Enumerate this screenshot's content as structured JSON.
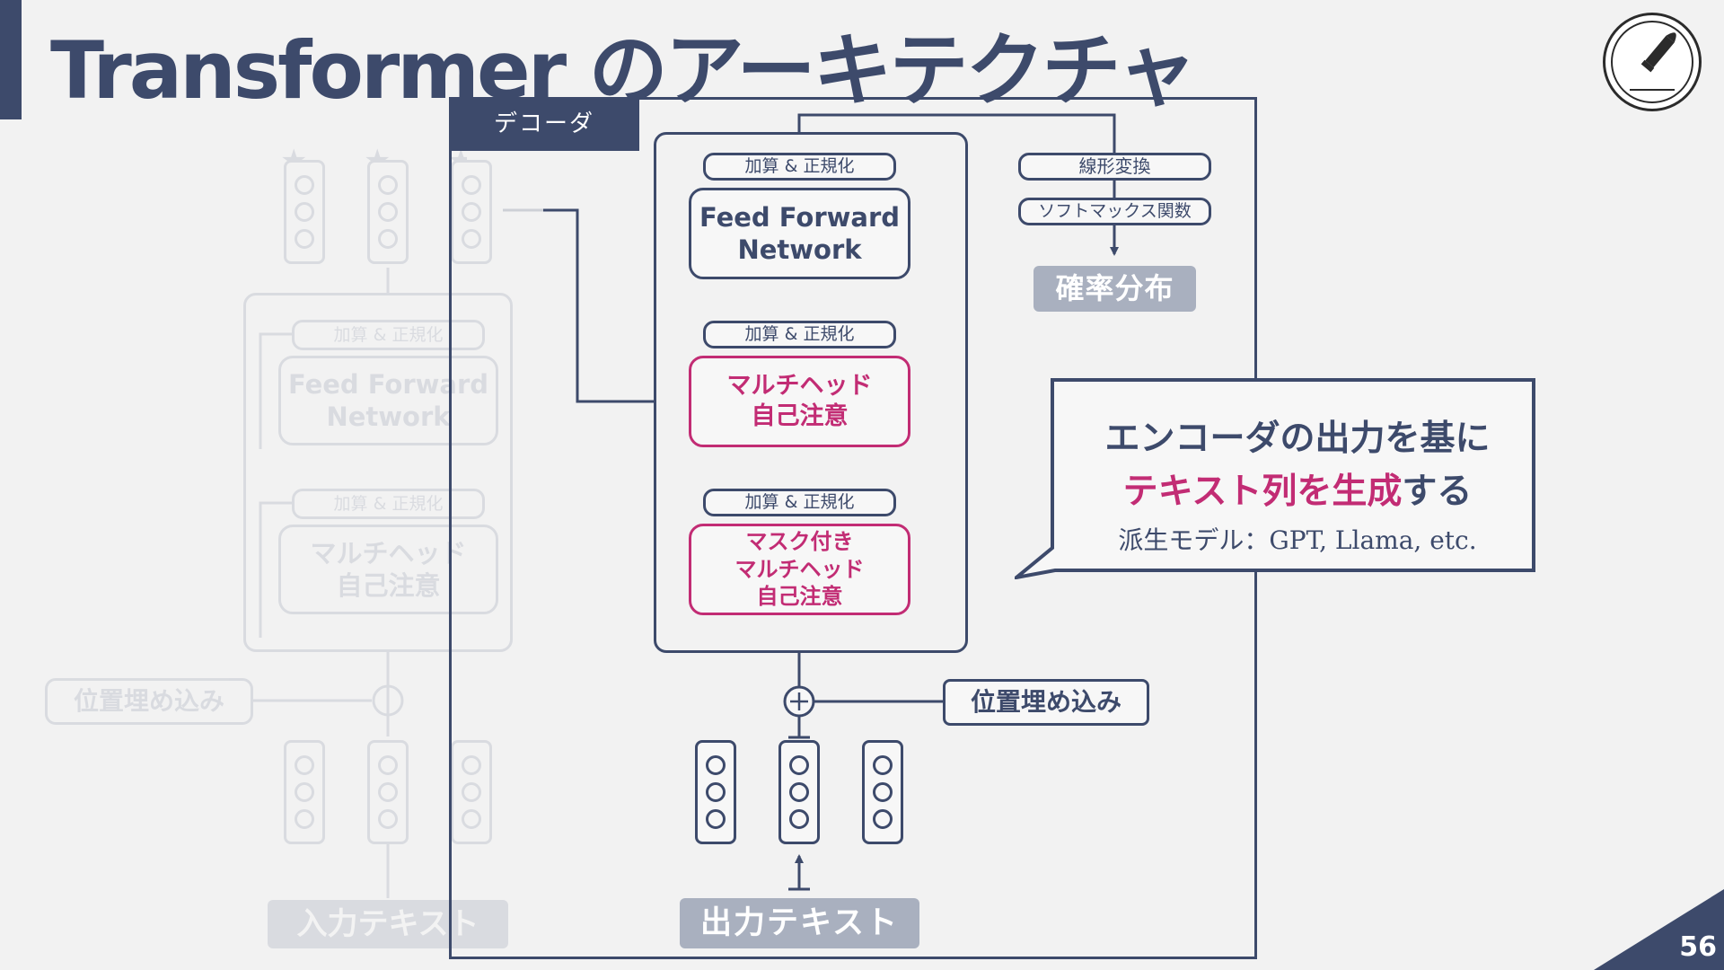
{
  "title": "Transformer のアーキテクチャ",
  "page_number": "56",
  "encoder_faded": {
    "addnorm_top": "加算 & 正規化",
    "ffn": "Feed Forward\nNetwork",
    "addnorm_bottom": "加算 & 正規化",
    "attention": "マルチヘッド\n自己注意",
    "positional_encoding": "位置埋め込み",
    "input_text": "入力テキスト"
  },
  "decoder": {
    "tab_label": "デコーダ",
    "addnorm_1": "加算 & 正規化",
    "ffn": "Feed Forward\nNetwork",
    "addnorm_2": "加算 & 正規化",
    "cross_attention": "マルチヘッド\n自己注意",
    "addnorm_3": "加算 & 正規化",
    "masked_attention": "マスク付き\nマルチヘッド\n自己注意",
    "plus_symbol": "+",
    "positional_encoding": "位置埋め込み",
    "output_text": "出力テキスト",
    "linear": "線形変換",
    "softmax": "ソフトマックス関数",
    "probability": "確率分布"
  },
  "callout": {
    "line1": "エンコーダの出力を基に",
    "line2_pink": "テキスト列を生成",
    "line2_rest": "する",
    "line3": "派生モデル：GPT, Llama, etc."
  },
  "colors": {
    "navy": "#3d4a6b",
    "pink": "#c22c74",
    "gray_label": "#a9b0bf",
    "background": "#f2f2f2"
  }
}
